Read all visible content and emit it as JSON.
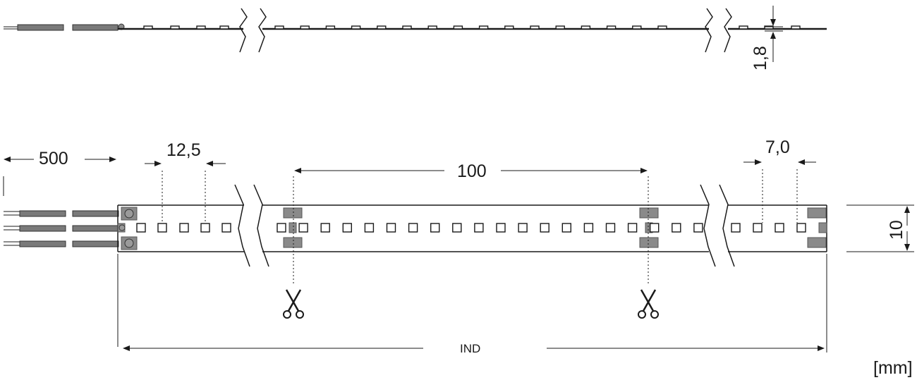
{
  "dimensions": {
    "cable_length": "500",
    "led_pitch": "12,5",
    "cut_interval": "100",
    "end_spacing": "7,0",
    "strip_width": "10",
    "strip_thickness": "1,8",
    "overall_length": "IND"
  },
  "units": "[mm]",
  "icons": {
    "cut_mark": "scissors-icon"
  }
}
